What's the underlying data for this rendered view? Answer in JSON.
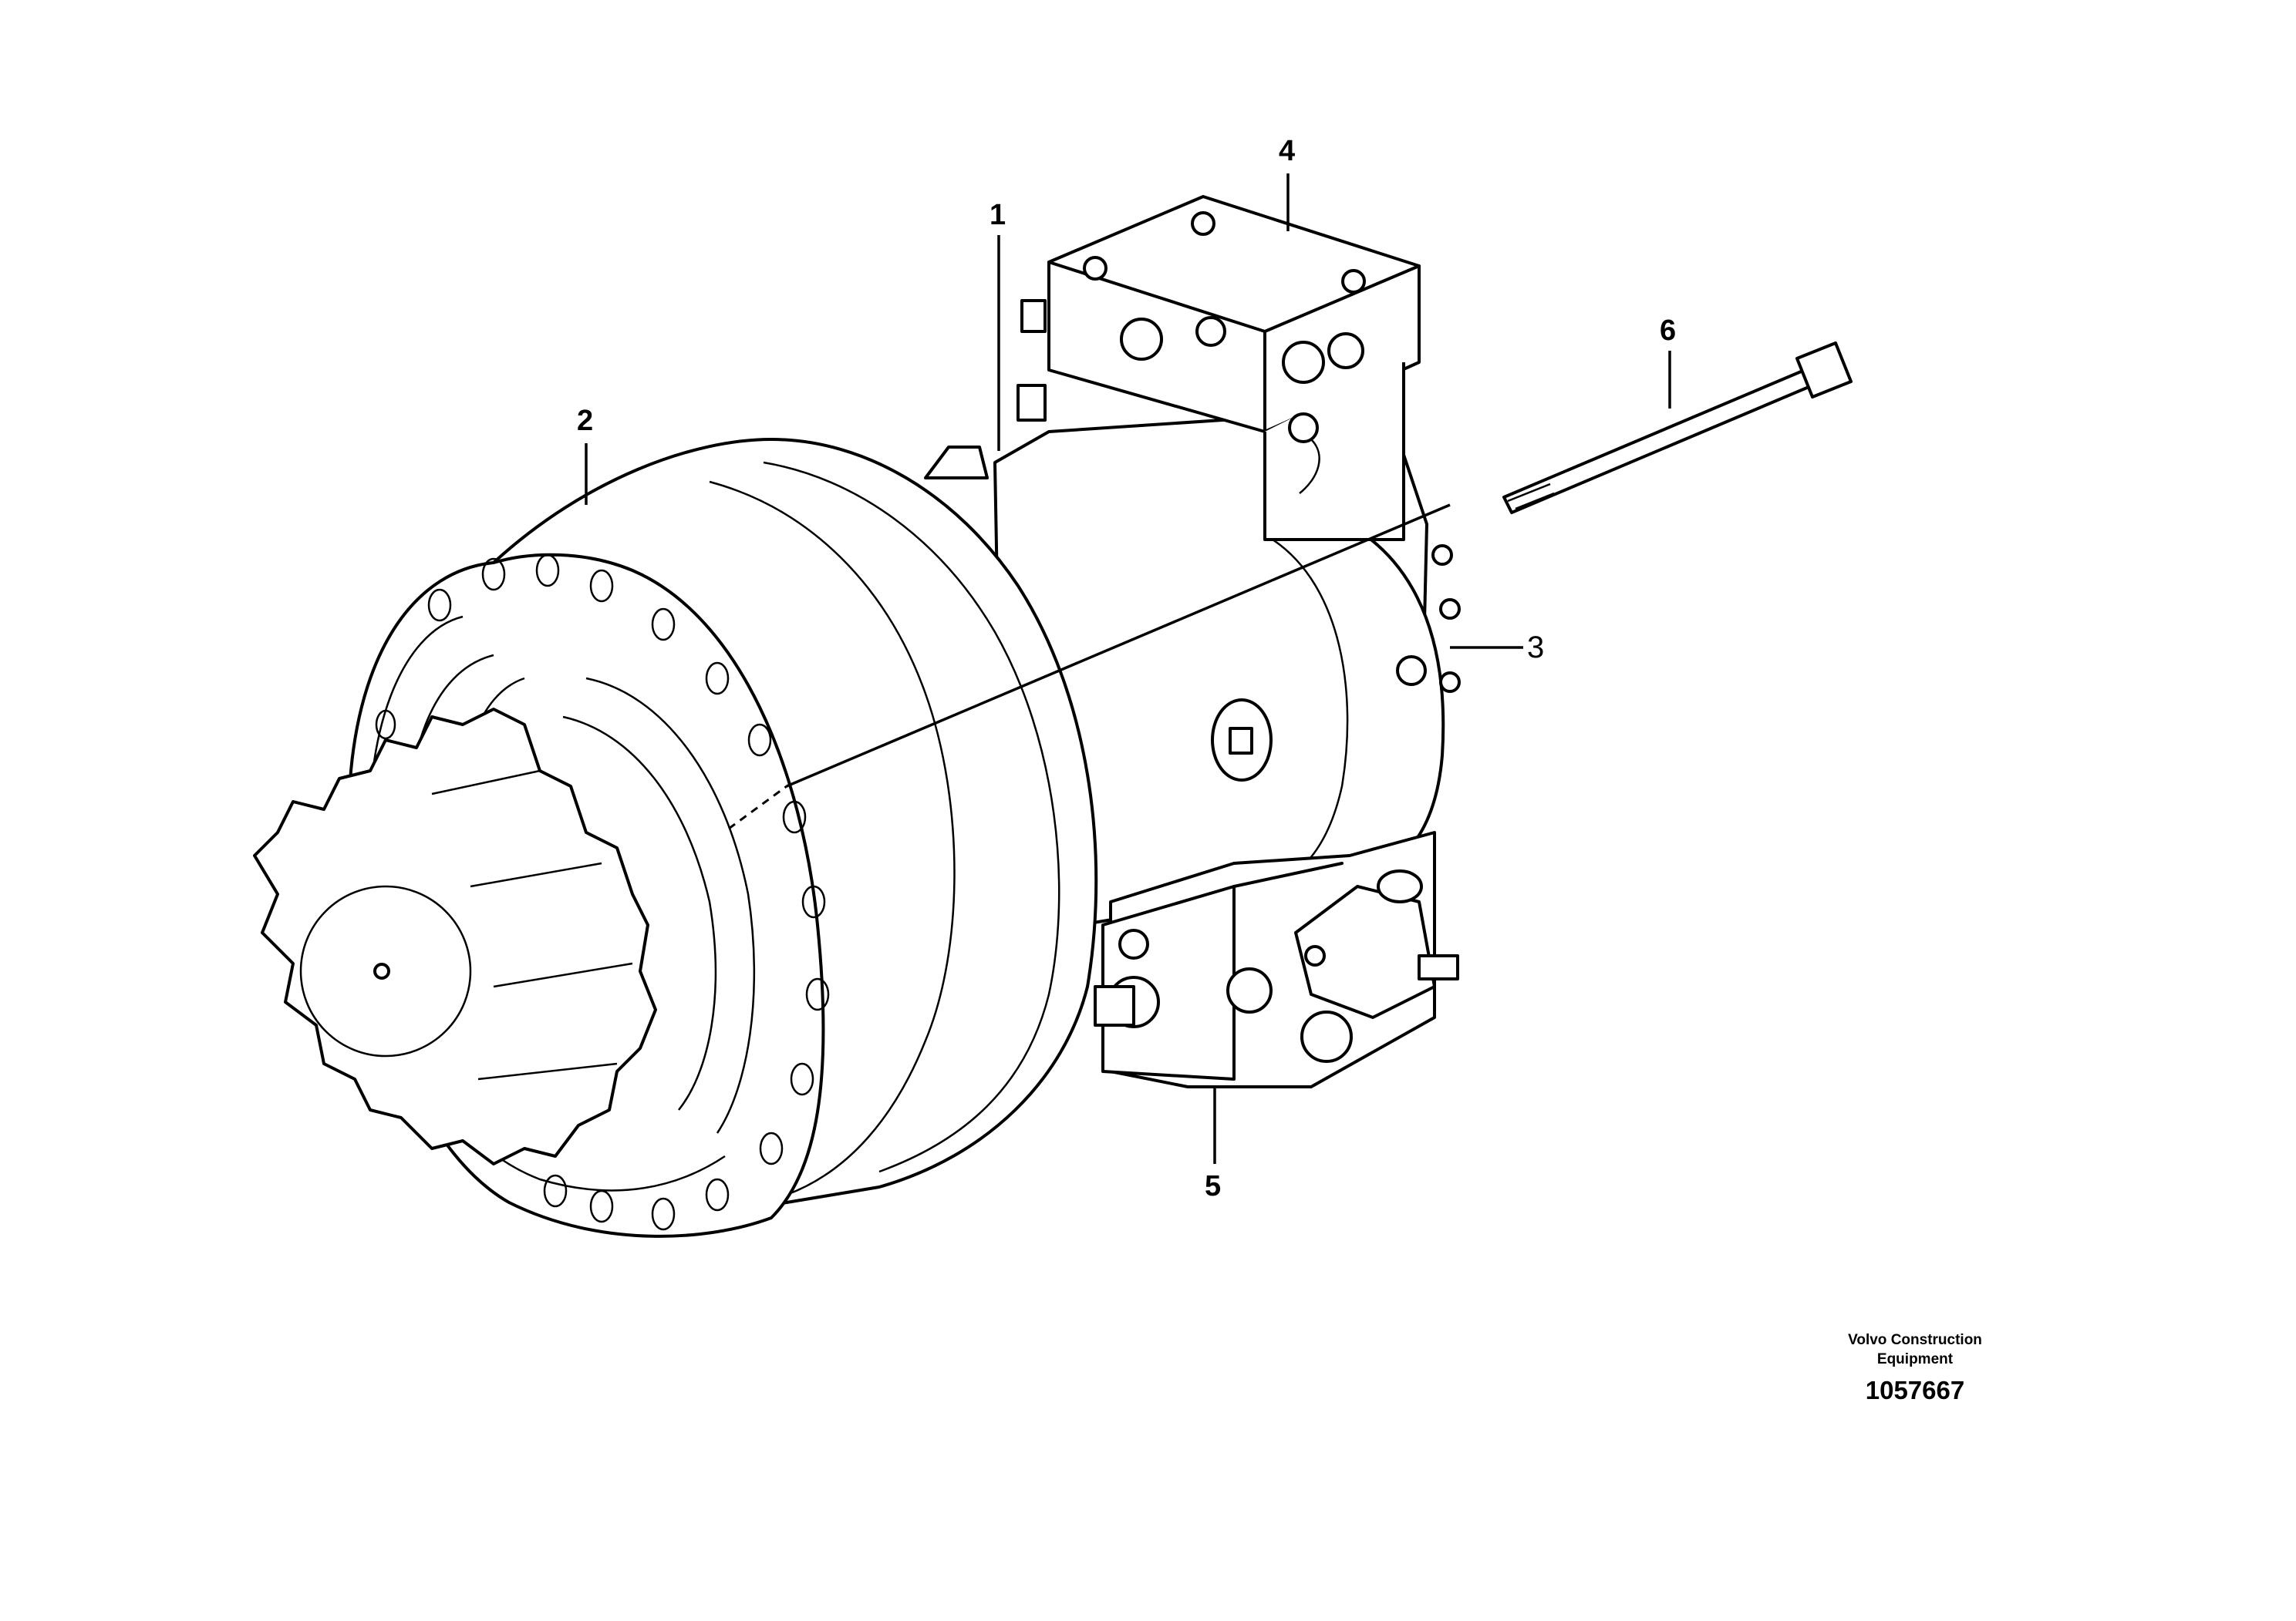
{
  "callouts": {
    "c1": "1",
    "c2": "2",
    "c3": "3",
    "c4": "4",
    "c5": "5",
    "c6": "6"
  },
  "footer": {
    "brand_line1": "Volvo Construction",
    "brand_line2": "Equipment",
    "part_number": "1057667"
  }
}
